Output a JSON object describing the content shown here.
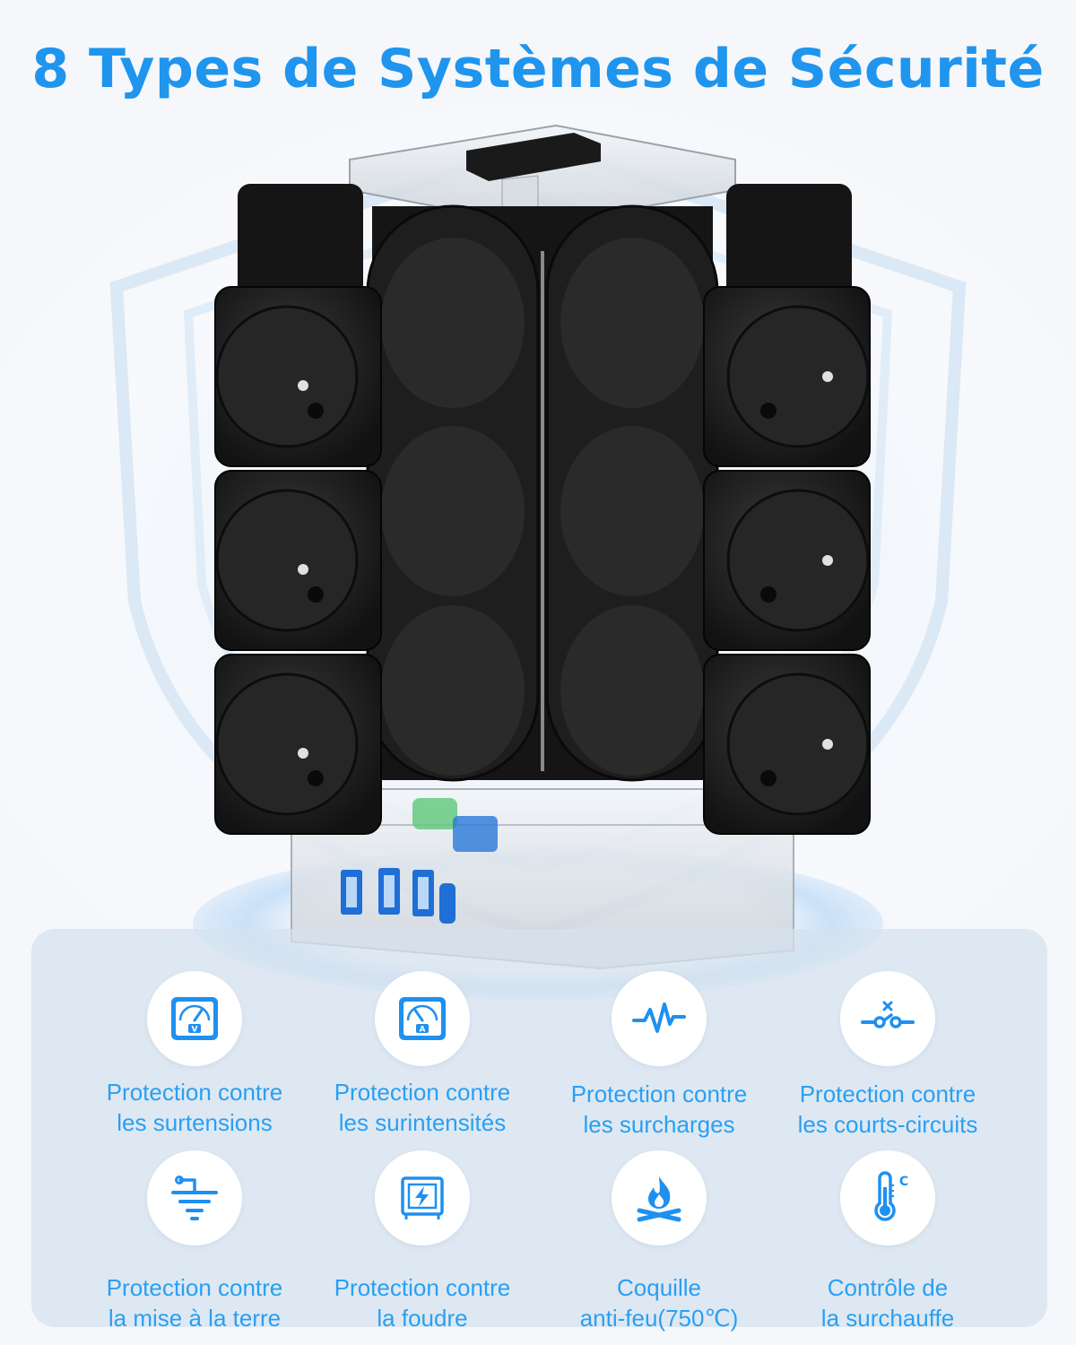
{
  "title": "8 Types de Systèmes de Sécurité",
  "colors": {
    "accent": "#1f95ee",
    "text_blue": "#2a9ff2",
    "panel_bg": "#d6e2ef"
  },
  "features": [
    {
      "icon": "voltmeter-icon",
      "line1": "Protection contre",
      "line2": "les surtensions"
    },
    {
      "icon": "ammeter-icon",
      "line1": "Protection contre",
      "line2": "les surintensités"
    },
    {
      "icon": "pulse-wave-icon",
      "line1": "Protection contre",
      "line2": "les surcharges"
    },
    {
      "icon": "short-circuit-icon",
      "line1": "Protection contre",
      "line2": "les courts-circuits"
    },
    {
      "icon": "ground-icon",
      "line1": "Protection contre",
      "line2": "la mise à la terre"
    },
    {
      "icon": "lightning-box-icon",
      "line1": "Protection contre",
      "line2": "la foudre"
    },
    {
      "icon": "campfire-icon",
      "line1": "Coquille",
      "line2": "anti-feu(750℃)"
    },
    {
      "icon": "thermometer-icon",
      "line1": "Contrôle de",
      "line2": "la surchauffe"
    }
  ]
}
